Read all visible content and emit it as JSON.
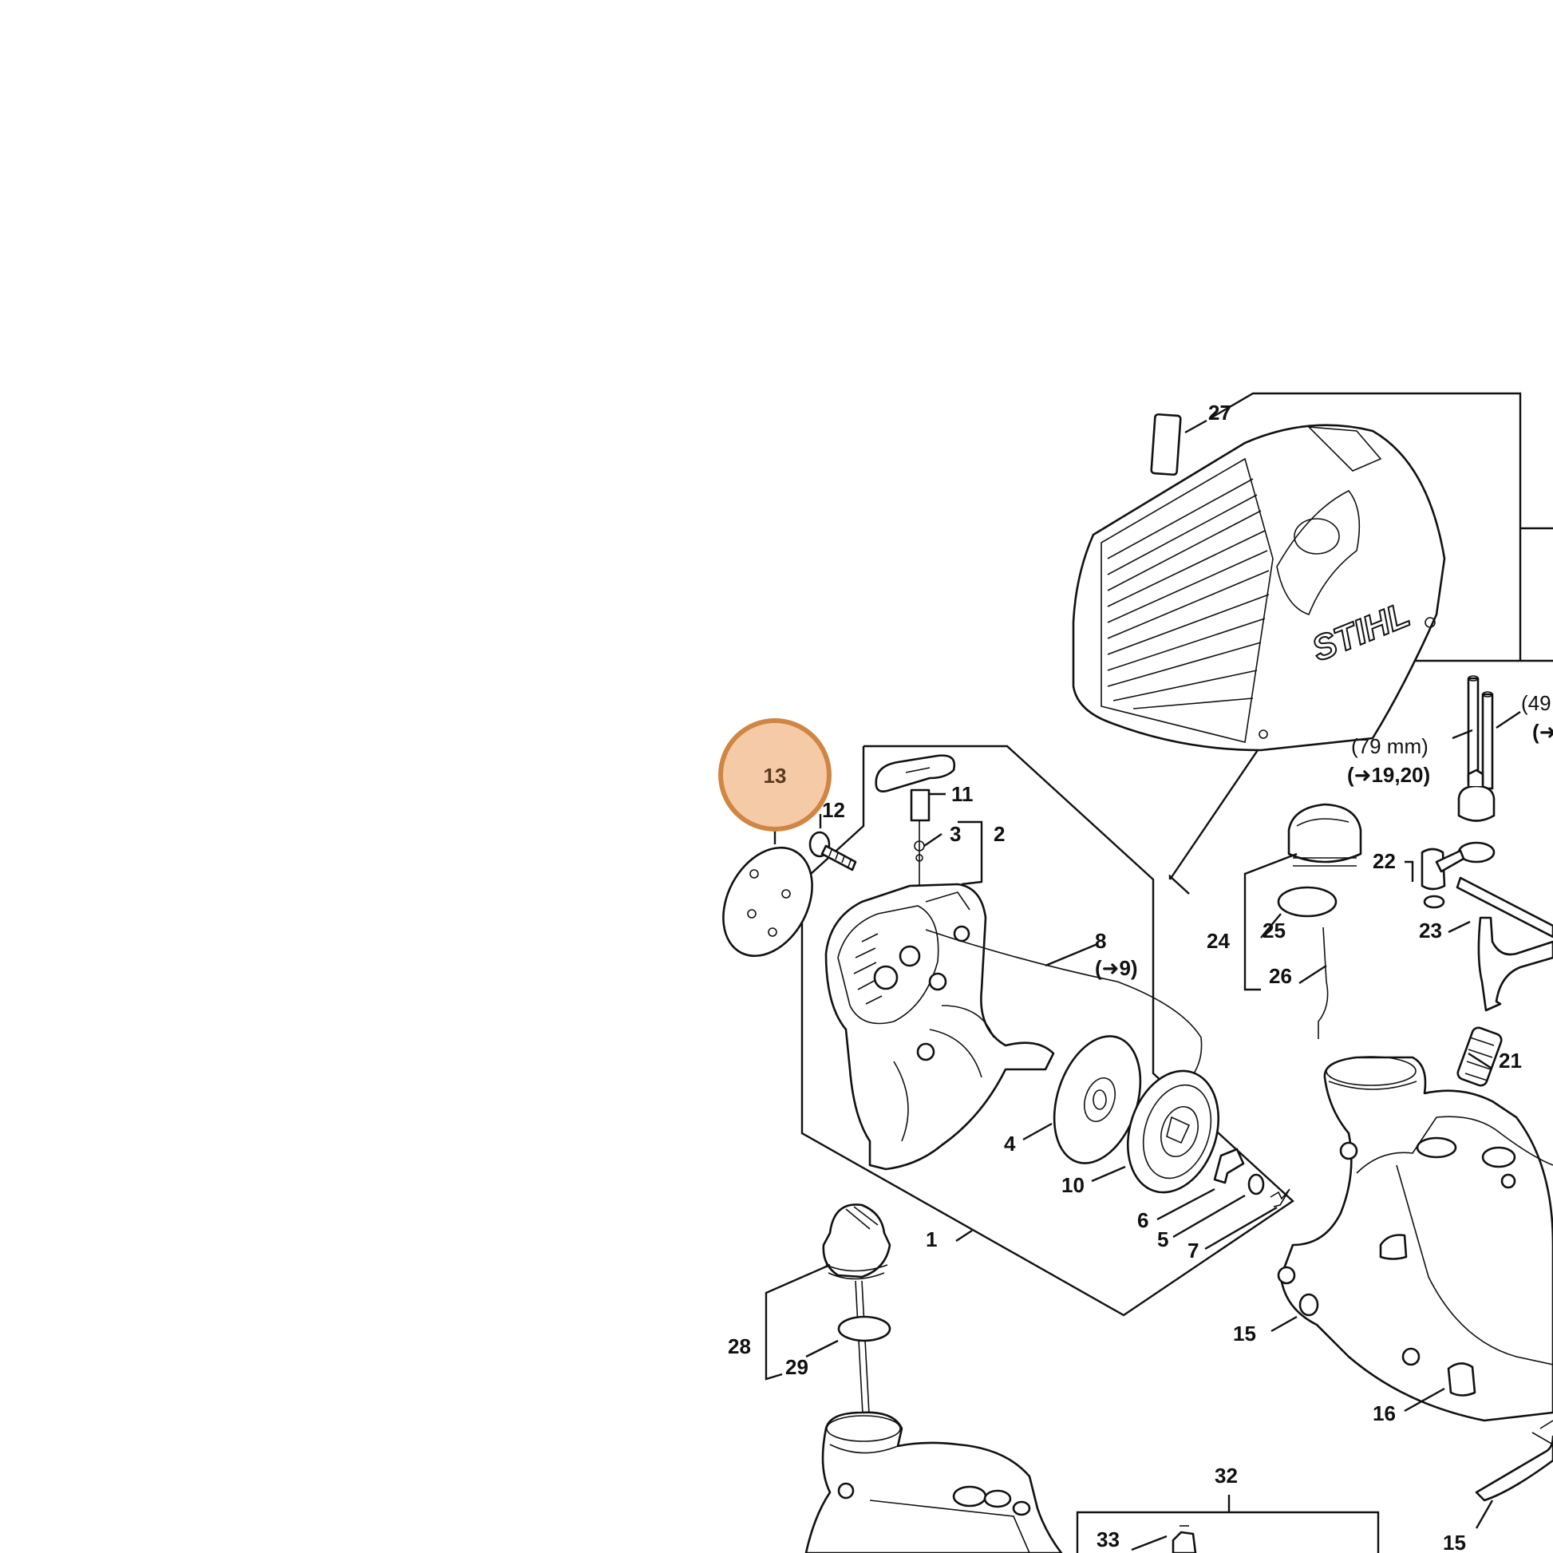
{
  "highlight": {
    "number": "13",
    "fill": "#F5CBA7",
    "stroke": "#D08542",
    "text_color": "#5a3a1e"
  },
  "brand": {
    "logo_text": "STIHL"
  },
  "labels": {
    "l1": "1",
    "l2": "2",
    "l3": "3",
    "l4": "4",
    "l5": "5",
    "l6": "6",
    "l7": "7",
    "l8": "8",
    "l8ref": "(➜9)",
    "l10": "10",
    "l11": "11",
    "l12": "12",
    "l15a": "15",
    "l15b": "15",
    "l16": "16",
    "l21": "21",
    "l22": "22",
    "l23": "23",
    "l24": "24",
    "l25": "25",
    "l26": "26",
    "l27": "27",
    "l28": "28",
    "l29": "29",
    "l32": "32",
    "l33": "33",
    "hose79": "(79 mm)",
    "hose79ref": "(➜19,20)",
    "hose49": "(49",
    "hose49ref": "(➜"
  }
}
